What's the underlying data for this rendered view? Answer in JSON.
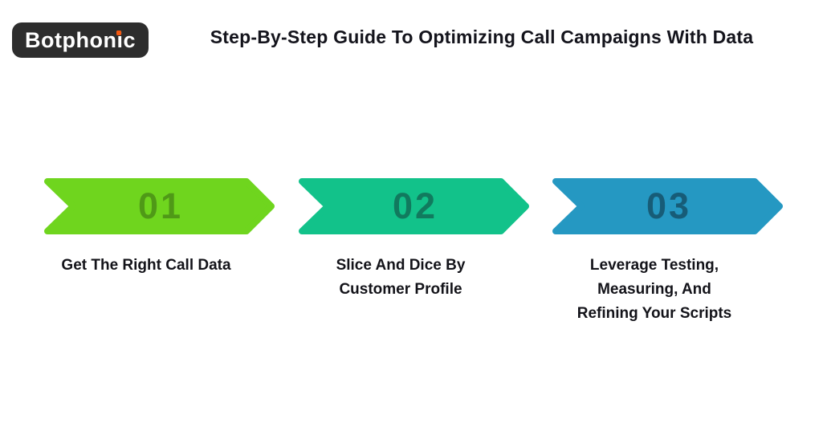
{
  "page": {
    "background": "#ffffff"
  },
  "logo": {
    "text_part1": "Botphon",
    "text_part_i": "i",
    "text_part2": "c",
    "bg_color": "#2d2d2d",
    "text_color": "#ffffff",
    "dot_color": "#f4570f"
  },
  "header": {
    "title": "Step-By-Step Guide To Optimizing Call Campaigns With Data",
    "color": "#14141c"
  },
  "caption_color": "#131319",
  "steps": [
    {
      "number": "01",
      "label_lines": [
        "Get The Right Call Data"
      ],
      "arrow_color": "#6fd51e",
      "number_color": "#4f9917"
    },
    {
      "number": "02",
      "label_lines": [
        "Slice And Dice By",
        "Customer Profile"
      ],
      "arrow_color": "#12c28a",
      "number_color": "#117a5e"
    },
    {
      "number": "03",
      "label_lines": [
        "Leverage Testing,",
        "Measuring, And",
        "Refining Your Scripts"
      ],
      "arrow_color": "#2598c2",
      "number_color": "#175c77"
    }
  ]
}
